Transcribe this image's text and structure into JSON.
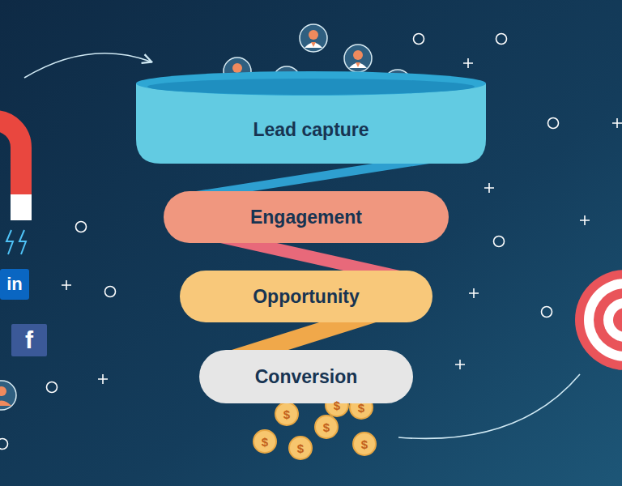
{
  "diagram": {
    "nodes": [
      {
        "text": [
          "Lead capture"
        ]
      },
      {
        "text": [
          "Engagement"
        ]
      },
      {
        "text": [
          "Opportunity"
        ]
      },
      {
        "text": [
          "Conversion"
        ]
      }
    ],
    "edges": [
      {
        "from": 0,
        "to": 1,
        "arrow": "none"
      },
      {
        "from": 1,
        "to": 2,
        "arrow": "none"
      },
      {
        "from": 2,
        "to": 3,
        "arrow": "none"
      }
    ],
    "labels": [
      "in",
      "f",
      "$",
      "$",
      "$",
      "$",
      "$",
      "$",
      "$"
    ]
  }
}
